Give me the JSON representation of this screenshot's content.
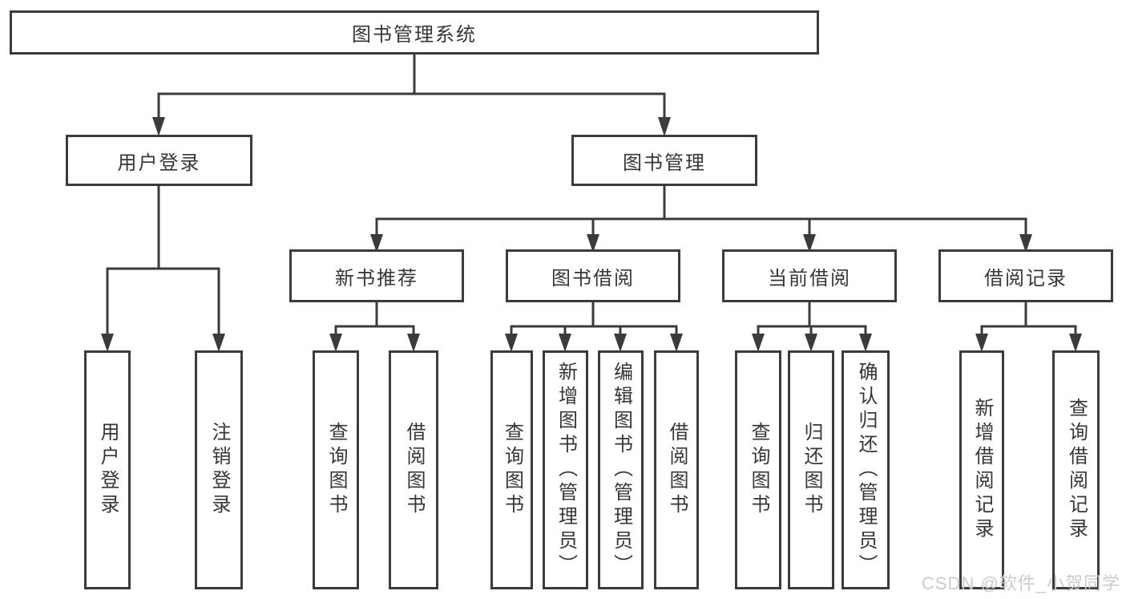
{
  "tree": {
    "root": {
      "label": "图书管理系统",
      "children": [
        {
          "label": "用户登录",
          "children": [
            {
              "label": "用户登录"
            },
            {
              "label": "注销登录"
            }
          ]
        },
        {
          "label": "图书管理",
          "children": [
            {
              "label": "新书推荐",
              "children": [
                {
                  "label": "查询图书"
                },
                {
                  "label": "借阅图书"
                }
              ]
            },
            {
              "label": "图书借阅",
              "children": [
                {
                  "label": "查询图书"
                },
                {
                  "label": "新增图书（管理员）"
                },
                {
                  "label": "编辑图书（管理员）"
                },
                {
                  "label": "借阅图书"
                }
              ]
            },
            {
              "label": "当前借阅",
              "children": [
                {
                  "label": "查询图书"
                },
                {
                  "label": "归还图书"
                },
                {
                  "label": "确认归还（管理员）"
                }
              ]
            },
            {
              "label": "借阅记录",
              "children": [
                {
                  "label": "新增借阅记录"
                },
                {
                  "label": "查询借阅记录"
                }
              ]
            }
          ]
        }
      ]
    }
  },
  "watermark": {
    "text": "CSDN @软件_小贺同学"
  },
  "colors": {
    "line": "#3b3b3b",
    "box_background": "#ffffff",
    "text": "#363636",
    "watermark": "#cbcbcb"
  }
}
